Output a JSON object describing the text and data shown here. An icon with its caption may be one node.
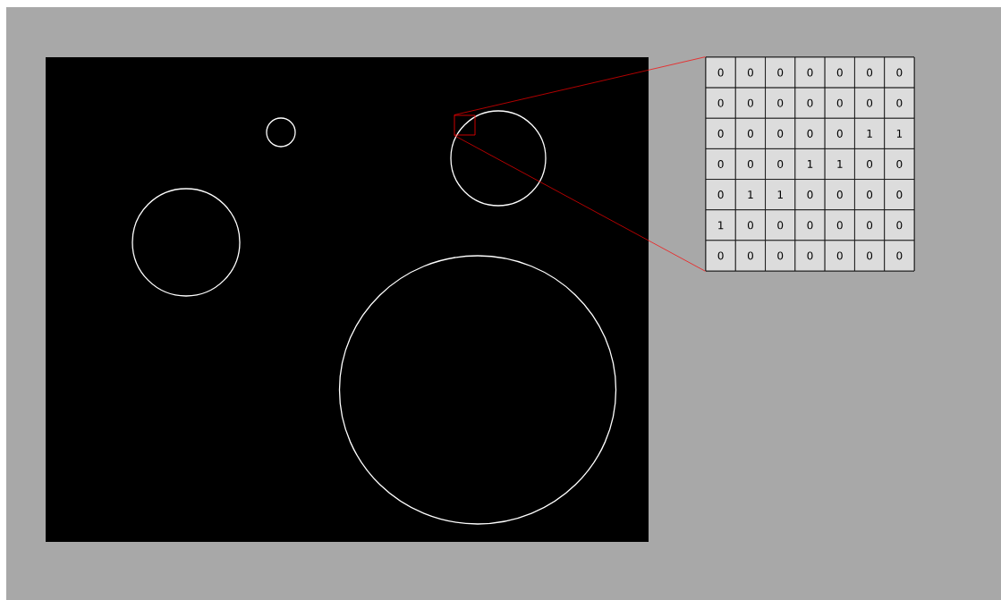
{
  "diagram": {
    "nodes": [
      {
        "text": [],
        "shape": "box"
      },
      {
        "text": [],
        "shape": "box"
      }
    ],
    "edges": [
      {
        "from": 0,
        "to": 1,
        "arrow": "none"
      },
      {
        "from": 0,
        "to": 1,
        "arrow": "none"
      }
    ],
    "labels": [
      "0",
      "0",
      "0",
      "0",
      "0",
      "0",
      "0",
      "0",
      "0",
      "0",
      "0",
      "0",
      "0",
      "0",
      "0",
      "0",
      "0",
      "0",
      "0",
      "1",
      "1",
      "0",
      "0",
      "0",
      "1",
      "1",
      "0",
      "0",
      "0",
      "1",
      "1",
      "0",
      "0",
      "0",
      "0",
      "1",
      "0",
      "0",
      "0",
      "0",
      "0",
      "0",
      "0",
      "0",
      "0",
      "0",
      "0",
      "0",
      "0"
    ]
  }
}
